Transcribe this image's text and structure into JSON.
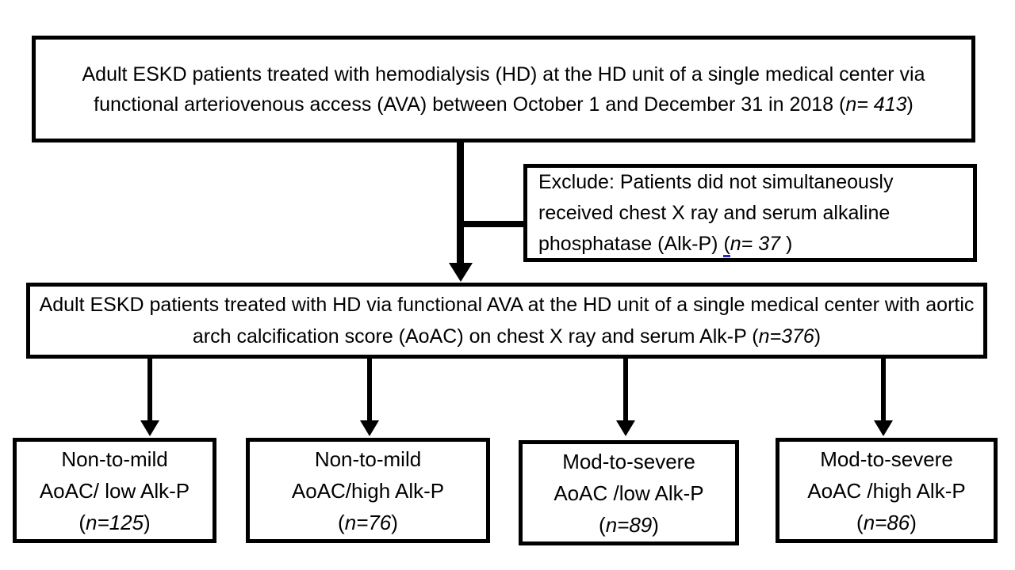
{
  "title": "Patient selection flowchart",
  "colors": {
    "border": "#000000",
    "text": "#000000",
    "background": "#ffffff",
    "underline_accent": "#2b2bb4"
  },
  "boxes": {
    "top": {
      "text": "Adult ESKD patients treated with hemodialysis (HD) at the HD unit of  a single medical center via functional arteriovenous access (AVA) between October 1 and December 31 in 2018 (",
      "n": "n= 413",
      "close": ")"
    },
    "exclude": {
      "text": "Exclude: Patients did not simultaneously received chest X ray and serum alkaline phosphatase (Alk-P) ",
      "open": "(",
      "n": "n= 37",
      "close": " )"
    },
    "middle": {
      "text": "Adult ESKD patients treated with HD via functional AVA at the HD unit of a single medical center with aortic arch calcification score (AoAC) on chest X ray and serum Alk-P (",
      "n": "n=376",
      "close": ")"
    },
    "outcomes": [
      {
        "line1": "Non-to-mild",
        "line2": "AoAC/ low Alk-P",
        "open": "(",
        "n": "n=125",
        "close": ")"
      },
      {
        "line1": "Non-to-mild",
        "line2": "AoAC/high Alk-P",
        "open": "(",
        "n": "n=76",
        "close": ")"
      },
      {
        "line1": "Mod-to-severe",
        "line2": "AoAC /low Alk-P",
        "open": "(",
        "n": "n=89",
        "close": ")"
      },
      {
        "line1": "Mod-to-severe",
        "line2": "AoAC /high Alk-P",
        "open": "(",
        "n": "n=86",
        "close": ")"
      }
    ]
  }
}
